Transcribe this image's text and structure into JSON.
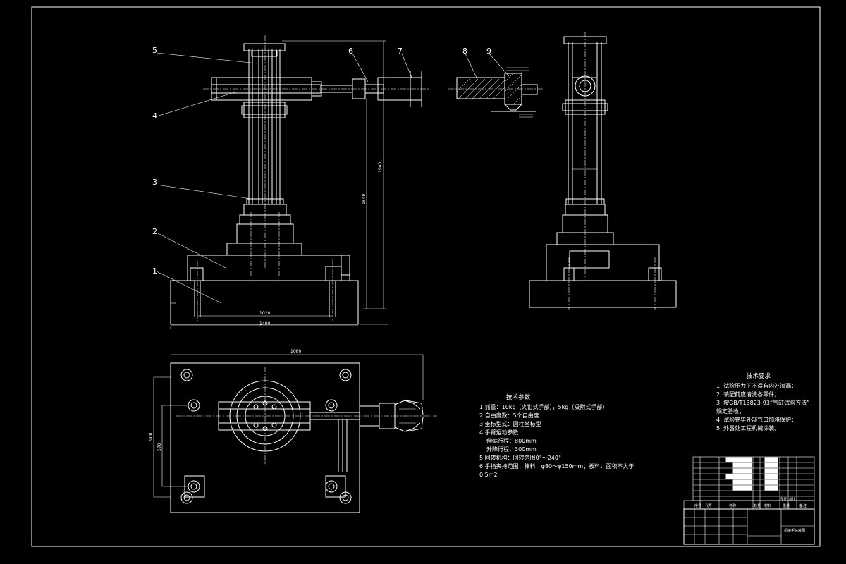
{
  "labels": {
    "n1": "1",
    "n2": "2",
    "n3": "3",
    "n4": "4",
    "n5": "5",
    "n6": "6",
    "n7": "7",
    "n8": "8",
    "n9": "9"
  },
  "dimensions": {
    "height_total": "1940",
    "height_column": "1640",
    "width_inner": "1020",
    "width_base": "1400",
    "width_plan": "1080",
    "depth_outer": "900",
    "depth_inner": "570"
  },
  "tech_params": {
    "title": "技术参数",
    "lines": [
      "1 抓重：10kg（夹钳式手部），5kg（吸附式手部）",
      "2 自由度数：5个自由度",
      "3 坐标型式：圆柱坐标型",
      "4 手臂运动参数：",
      "  伸缩行程：800mm",
      "  升降行程：300mm",
      "5 回转机构：回转范围0°～240°",
      "6 手指夹持范围：棒料：φ80～φ150mm；板料：面积不大于",
      "0.5m2"
    ]
  },
  "tech_req": {
    "title": "技术要求",
    "lines": [
      "1. 试验压力下不得有内外渗漏；",
      "2. 装配前应清洗各零件；",
      "3. 按GB/T13823-93“气缸试验方法”",
      "   规定验收；",
      "4. 试验完毕外部气口加堵保护；",
      "5. 外露处工程机械涂装。"
    ]
  },
  "title_block": {
    "col_seq": "序号",
    "col_code": "代号",
    "col_name": "名称",
    "col_qty": "数量",
    "col_material": "材料",
    "col_weight": "单件",
    "col_total": "总计",
    "col_weight_group": "重量",
    "col_remark": "备注",
    "drawing_title": "机械手总装图"
  }
}
